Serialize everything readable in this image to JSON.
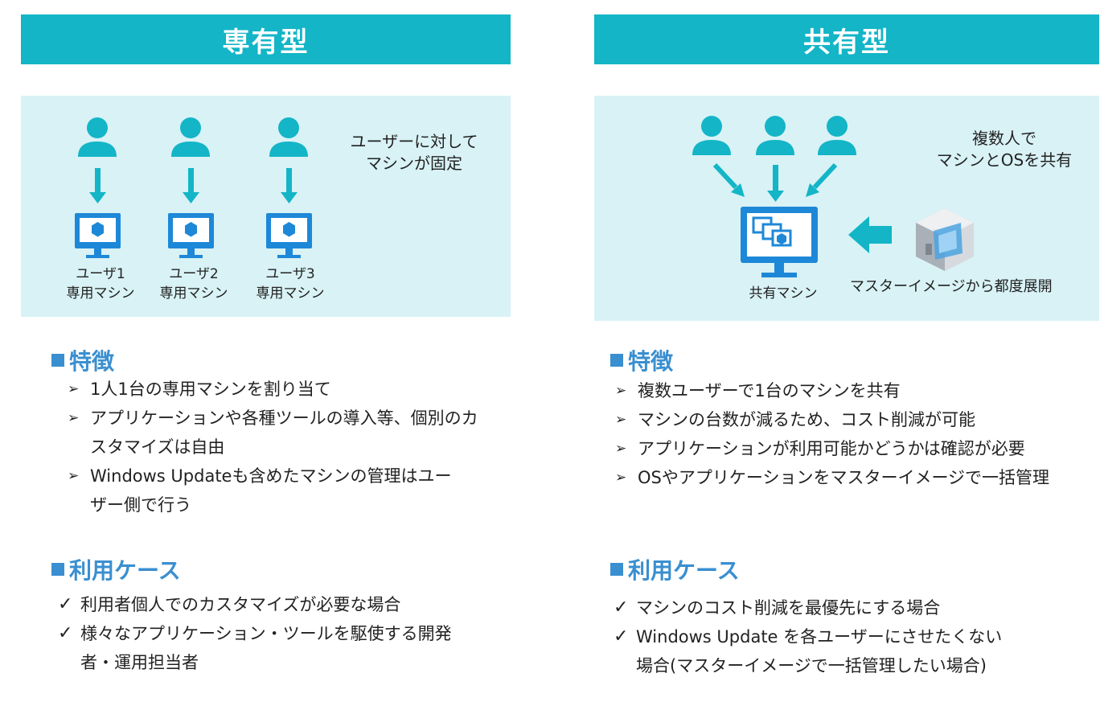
{
  "left": {
    "title": "専有型",
    "note_line1": "ユーザーに対して",
    "note_line2": "マシンが固定",
    "machines": [
      {
        "line1": "ユーザ1",
        "line2": "専用マシン"
      },
      {
        "line1": "ユーザ2",
        "line2": "専用マシン"
      },
      {
        "line1": "ユーザ3",
        "line2": "専用マシン"
      }
    ],
    "features_title": "特徴",
    "features": [
      [
        "1人1台の専用マシンを割り当て"
      ],
      [
        "アプリケーションや各種ツールの導入等、個別のカ",
        "スタマイズは自由"
      ],
      [
        "Windows Updateも含めたマシンの管理はユー",
        "ザー側で行う"
      ]
    ],
    "usecase_title": "利用ケース",
    "usecases": [
      [
        "利用者個人でのカスタマイズが必要な場合"
      ],
      [
        "様々なアプリケーション・ツールを駆使する開発",
        "者・運用担当者"
      ]
    ]
  },
  "right": {
    "title": "共有型",
    "note_line1": "複数人で",
    "note_line2": "マシンとOSを共有",
    "machine_label": "共有マシン",
    "image_label": "マスターイメージから都度展開",
    "features_title": "特徴",
    "features": [
      [
        "複数ユーザーで1台のマシンを共有"
      ],
      [
        "マシンの台数が減るため、コスト削減が可能"
      ],
      [
        "アプリケーションが利用可能かどうかは確認が必要"
      ],
      [
        "OSやアプリケーションをマスターイメージで一括管理"
      ]
    ],
    "usecase_title": "利用ケース",
    "usecases": [
      [
        "マシンのコスト削減を最優先にする場合"
      ],
      [
        "Windows Update を各ユーザーにさせたくない",
        "場合(マスターイメージで一括管理したい場合)"
      ]
    ]
  },
  "markers": {
    "bullet": "➢",
    "check": "✓"
  },
  "colors": {
    "header": "#13b5c7",
    "panel": "#d8f2f5",
    "accent": "#13b5c7",
    "monitor": "#1e88d8",
    "section": "#3a8fd0"
  }
}
